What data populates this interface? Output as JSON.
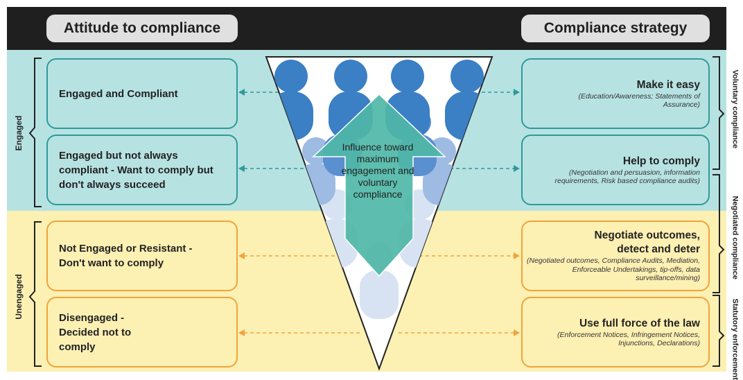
{
  "header": {
    "left_title": "Attitude to compliance",
    "right_title": "Compliance strategy"
  },
  "side_labels": {
    "engaged": "Engaged",
    "unengaged": "Unengaged",
    "voluntary": "Voluntary compliance",
    "negotiated": "Negotiated compliance",
    "statutory": "Statutory enforcement"
  },
  "attitudes": [
    {
      "label": "Engaged and Compliant"
    },
    {
      "label": "Engaged but not always compliant - Want to comply but don't always succeed"
    },
    {
      "label": "Not Engaged or Resistant - Don't want to comply"
    },
    {
      "label": "Disengaged - Decided not to comply"
    }
  ],
  "strategies": [
    {
      "title": "Make it easy",
      "desc": "(Education/Awareness; Statements of Assurance)"
    },
    {
      "title": "Help to comply",
      "desc": "(Negotiation and persuasion, information requirements, Risk based compliance audits)"
    },
    {
      "title": "Negotiate outcomes, detect and deter",
      "desc": "(Negotiated outcomes, Compliance Audits, Mediation, Enforceable Undertakings, tip-offs, data surveillance/mining)"
    },
    {
      "title": "Use full force of the law",
      "desc": "(Enforcement Notices, Infringement Notices, Injunctions, Declarations)"
    }
  ],
  "center": {
    "arrow_text": "Influence toward maximum engagement and voluntary compliance",
    "colors": {
      "teal": "#2f9a9a",
      "orange": "#f0a43a",
      "person_blue": "#3b7fc4",
      "arrow_green": "#4fb7a7"
    }
  }
}
